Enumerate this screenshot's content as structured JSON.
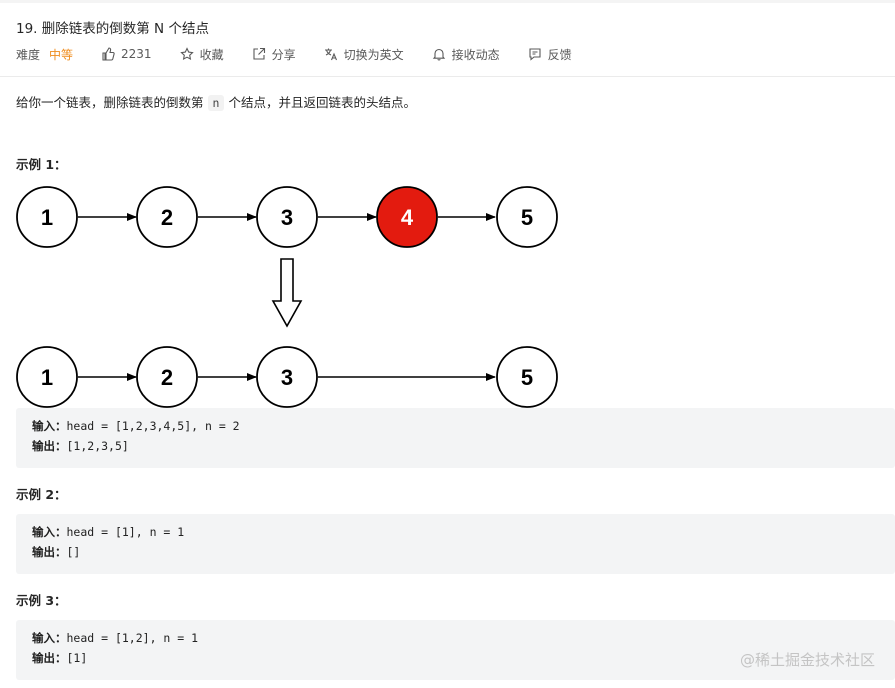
{
  "title": "19. 删除链表的倒数第 N 个结点",
  "meta": {
    "difficulty_label": "难度",
    "difficulty_value": "中等",
    "likes": "2231",
    "favorite_label": "收藏",
    "share_label": "分享",
    "translate_label": "切换为英文",
    "subscribe_label": "接收动态",
    "feedback_label": "反馈",
    "icons": [
      "thumbs-up-icon",
      "star-icon",
      "share-icon",
      "translate-icon",
      "bell-icon",
      "feedback-icon"
    ]
  },
  "description": {
    "part1": "给你一个链表，删除链表的倒数第",
    "code": "n",
    "part2": "个结点，并且返回链表的头结点。"
  },
  "examples": [
    {
      "title": "示例 1：",
      "input_label": "输入：",
      "input": "head = [1,2,3,4,5], n = 2",
      "output_label": "输出：",
      "output": "[1,2,3,5]"
    },
    {
      "title": "示例 2：",
      "input_label": "输入：",
      "input": "head = [1], n = 1",
      "output_label": "输出：",
      "output": "[]"
    },
    {
      "title": "示例 3：",
      "input_label": "输入：",
      "input": "head = [1,2], n = 1",
      "output_label": "输出：",
      "output": "[1]"
    }
  ],
  "diagram": {
    "before": [
      "1",
      "2",
      "3",
      "4",
      "5"
    ],
    "removed": "4",
    "after": [
      "1",
      "2",
      "3",
      "5"
    ],
    "highlight_color": "#e31b0f"
  },
  "watermark": "@稀土掘金技术社区"
}
